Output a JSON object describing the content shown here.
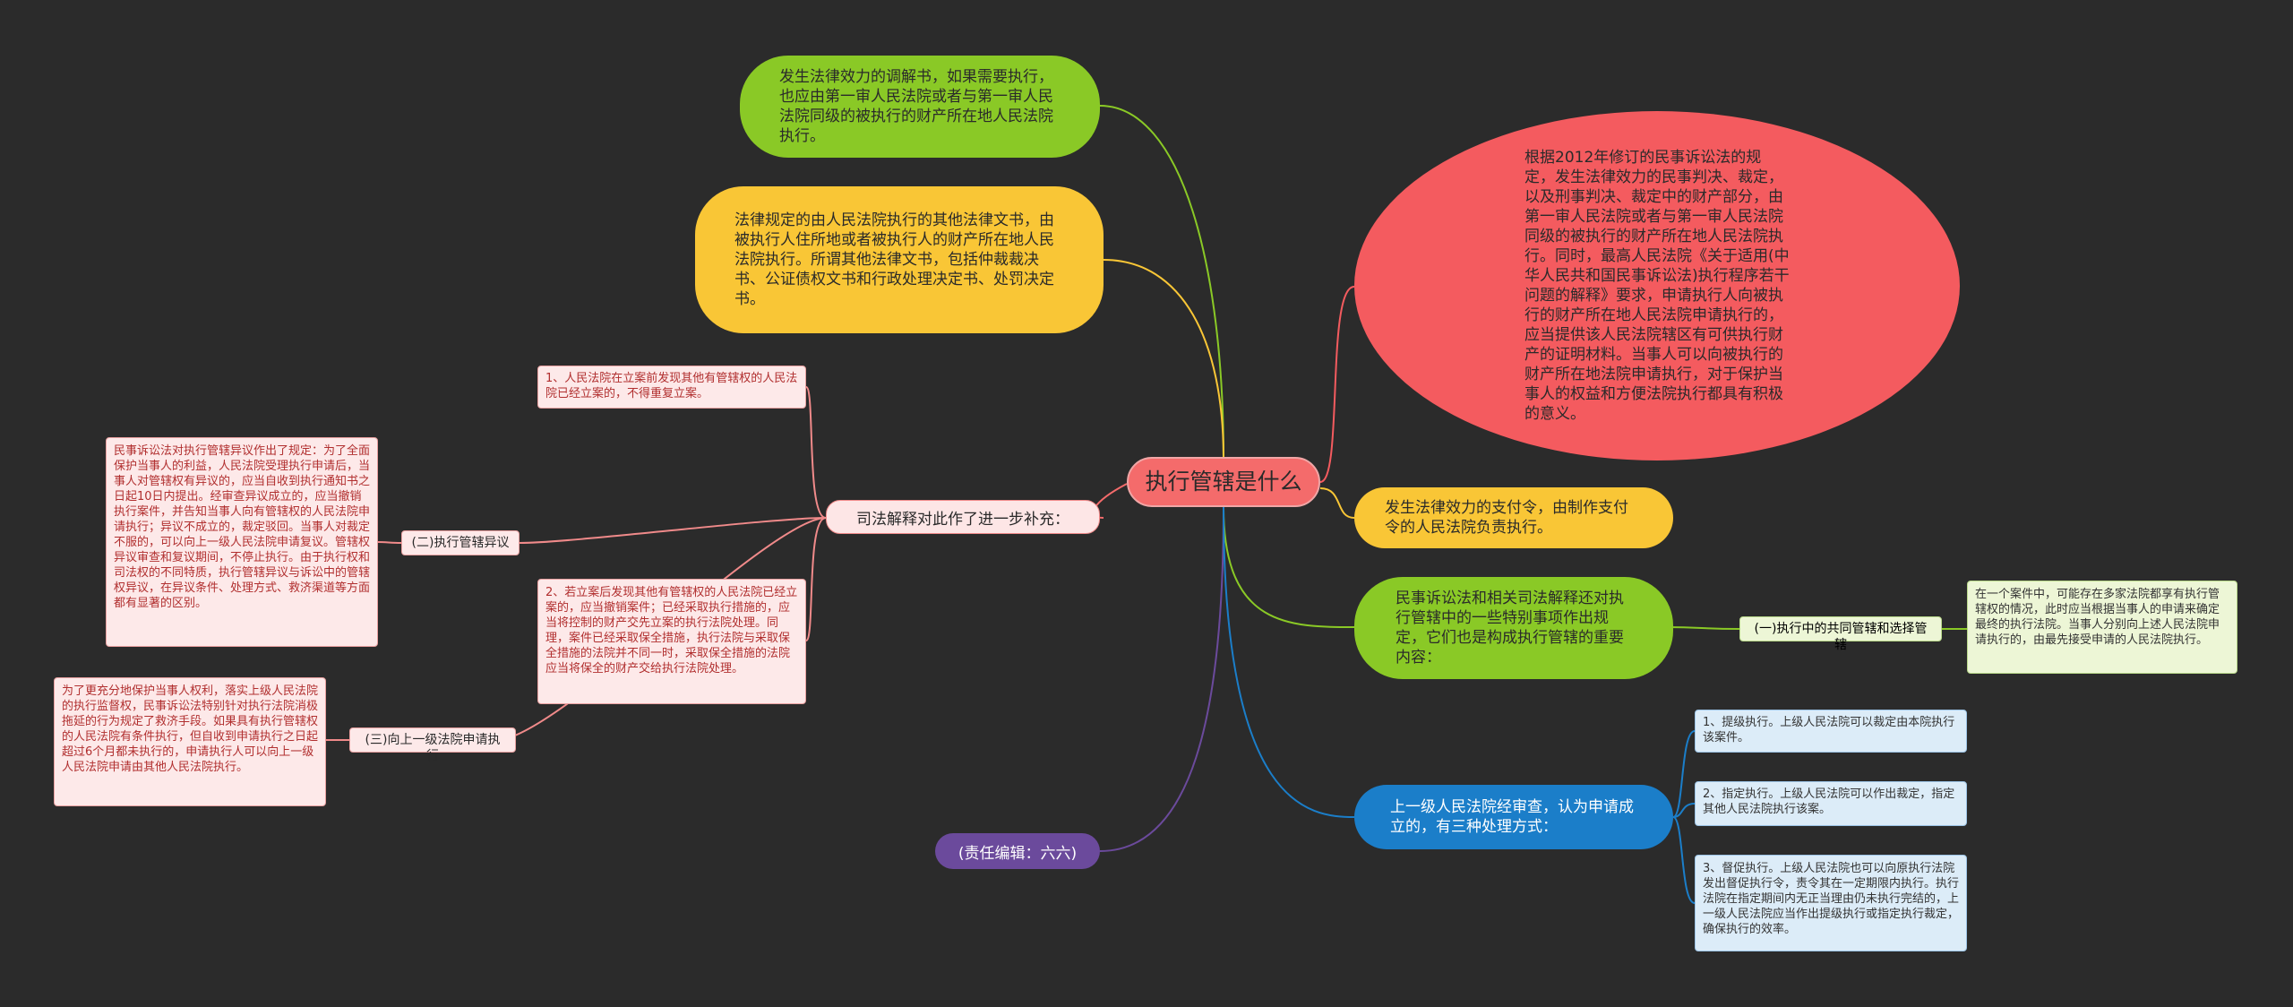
{
  "center": {
    "label": "执行管辖是什么"
  },
  "right_nodes": {
    "main_rule": "根据2012年修订的民事诉讼法的规定，发生法律效力的民事判决、裁定，以及刑事判决、裁定中的财产部分，由第一审人民法院或者与第一审人民法院同级的被执行的财产所在地人民法院执行。同时，最高人民法院《关于适用(中华人民共和国民事诉讼法)执行程序若干问题的解释》要求，申请执行人向被执行的财产所在地人民法院申请执行的，应当提供该人民法院辖区有可供执行财产的证明材料。当事人可以向被执行的财产所在地法院申请执行，对于保护当事人的权益和方便法院执行都具有积极的意义。",
    "payment_order": "发生法律效力的支付令，由制作支付令的人民法院负责执行。",
    "special_rules": "民事诉讼法和相关司法解释还对执行管辖中的一些特别事项作出规定，它们也是构成执行管辖的重要内容：",
    "common_jurisdiction": {
      "label": "(一)执行中的共同管辖和选择管辖",
      "detail": "在一个案件中，可能存在多家法院都享有执行管辖权的情况，此时应当根据当事人的申请来确定最终的执行法院。当事人分别向上述人民法院申请执行的，由最先接受申请的人民法院执行。"
    },
    "superior_review": "上一级人民法院经审查，认为申请成立的，有三种处理方式：",
    "superior_options": [
      "1、提级执行。上级人民法院可以裁定由本院执行该案件。",
      "2、指定执行。上级人民法院可以作出裁定，指定其他人民法院执行该案。",
      "3、督促执行。上级人民法院也可以向原执行法院发出督促执行令，责令其在一定期限内执行。执行法院在指定期间内无正当理由仍未执行完结的，上一级人民法院应当作出提级执行或指定执行裁定，确保执行的效率。"
    ]
  },
  "left_nodes": {
    "mediation": "发生法律效力的调解书，如果需要执行，也应由第一审人民法院或者与第一审人民法院同级的被执行的财产所在地人民法院执行。",
    "other_documents": "法律规定的由人民法院执行的其他法律文书，由被执行人住所地或者被执行人的财产所在地人民法院执行。所谓其他法律文书，包括仲裁裁决书、公证债权文书和行政处理决定书、处罚决定书。",
    "judicial_interpretation": {
      "label": "司法解释对此作了进一步补充：",
      "items": [
        "1、人民法院在立案前发现其他有管辖权的人民法院已经立案的，不得重复立案。",
        "2、若立案后发现其他有管辖权的人民法院已经立案的，应当撤销案件；已经采取执行措施的，应当将控制的财产交先立案的执行法院处理。同理，案件已经采取保全措施，执行法院与采取保全措施的法院并不同一时，采取保全措施的法院应当将保全的财产交给执行法院处理。"
      ]
    },
    "objection": {
      "label": "(二)执行管辖异议",
      "detail": "民事诉讼法对执行管辖异议作出了规定：为了全面保护当事人的利益，人民法院受理执行申请后，当事人对管辖权有异议的，应当自收到执行通知书之日起10日内提出。经审查异议成立的，应当撤销执行案件，并告知当事人向有管辖权的人民法院申请执行；异议不成立的，裁定驳回。当事人对裁定不服的，可以向上一级人民法院申请复议。管辖权异议审查和复议期间，不停止执行。由于执行权和司法权的不同特质，执行管辖异议与诉讼中的管辖权异议，在异议条件、处理方式、救济渠道等方面都有显著的区别。"
    },
    "apply_superior": {
      "label": "(三)向上一级法院申请执行",
      "detail": "为了更充分地保护当事人权利，落实上级人民法院的执行监督权，民事诉讼法特别针对执行法院消极拖延的行为规定了救济手段。如果具有执行管辖权的人民法院有条件执行，但自收到申请执行之日起超过6个月都未执行的，申请执行人可以向上一级人民法院申请由其他人民法院执行。"
    },
    "editor": "(责任编辑：六六)"
  },
  "colors": {
    "background": "#2b2b2b",
    "center": "#f46b6b",
    "green": "#8ac926",
    "yellow": "#f9c636",
    "red": "#f45b5f",
    "blue": "#1b7ec9",
    "purple": "#6b4a9c"
  }
}
